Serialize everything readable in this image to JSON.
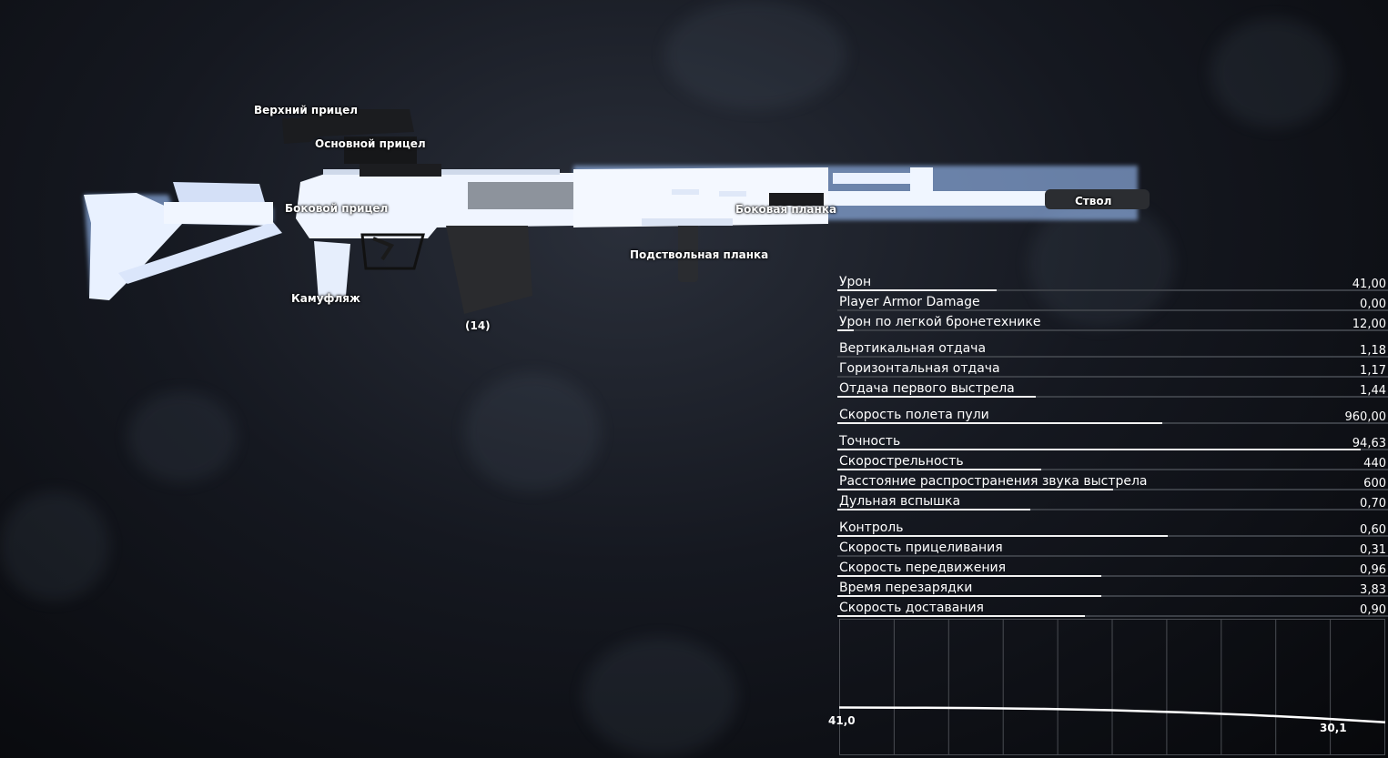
{
  "slots": [
    {
      "id": "top-sight",
      "label": "Верхний прицел"
    },
    {
      "id": "main-sight",
      "label": "Основной прицел"
    },
    {
      "id": "side-sight",
      "label": "Боковой прицел"
    },
    {
      "id": "side-rail",
      "label": "Боковая планка"
    },
    {
      "id": "barrel",
      "label": "Ствол"
    },
    {
      "id": "under-rail",
      "label": "Подствольная планка"
    },
    {
      "id": "camo",
      "label": "Камуфляж"
    },
    {
      "id": "magazine",
      "label": "(14)"
    }
  ],
  "stats": {
    "g1": [
      {
        "label": "Урон",
        "value": "41,00",
        "fill": 0.29
      },
      {
        "label": "Player Armor Damage",
        "value": "0,00",
        "fill": 0.0
      },
      {
        "label": "Урон по легкой бронетехнике",
        "value": "12,00",
        "fill": 0.03
      }
    ],
    "g2": [
      {
        "label": "Вертикальная отдача",
        "value": "1,18",
        "fill": 0.0
      },
      {
        "label": "Горизонтальная отдача",
        "value": "1,17",
        "fill": 0.0
      },
      {
        "label": "Отдача первого выстрела",
        "value": "1,44",
        "fill": 0.36
      }
    ],
    "g3": [
      {
        "label": "Скорость полета пули",
        "value": "960,00",
        "fill": 0.59
      }
    ],
    "g4": [
      {
        "label": "Точность",
        "value": "94,63",
        "fill": 0.95
      },
      {
        "label": "Скорострельность",
        "value": "440",
        "fill": 0.37
      },
      {
        "label": "Расстояние распространения звука выстрела",
        "value": "600",
        "fill": 0.5
      },
      {
        "label": "Дульная вспышка",
        "value": "0,70",
        "fill": 0.35
      }
    ],
    "g5": [
      {
        "label": "Контроль",
        "value": "0,60",
        "fill": 0.6
      },
      {
        "label": "Скорость прицеливания",
        "value": "0,31",
        "fill": 0.0
      },
      {
        "label": "Скорость передвижения",
        "value": "0,96",
        "fill": 0.48
      },
      {
        "label": "Время перезарядки",
        "value": "3,83",
        "fill": 0.48
      },
      {
        "label": "Скорость доставания",
        "value": "0,90",
        "fill": 0.45
      }
    ]
  },
  "chart_data": {
    "type": "line",
    "series": [
      {
        "values": [
          41.0,
          40.9,
          40.6,
          40.0,
          39.0,
          37.5,
          35.6,
          33.2,
          30.1
        ]
      }
    ],
    "x": [
      0,
      1,
      2,
      3,
      4,
      5,
      6,
      7,
      8
    ],
    "data_labels": {
      "start": "41,0",
      "end": "30,1"
    },
    "ylim": [
      0,
      100
    ],
    "grid": true
  },
  "colors": {
    "accent": "#ffffff",
    "track": "#3b3f46",
    "weapon": "#e8f0ff"
  }
}
